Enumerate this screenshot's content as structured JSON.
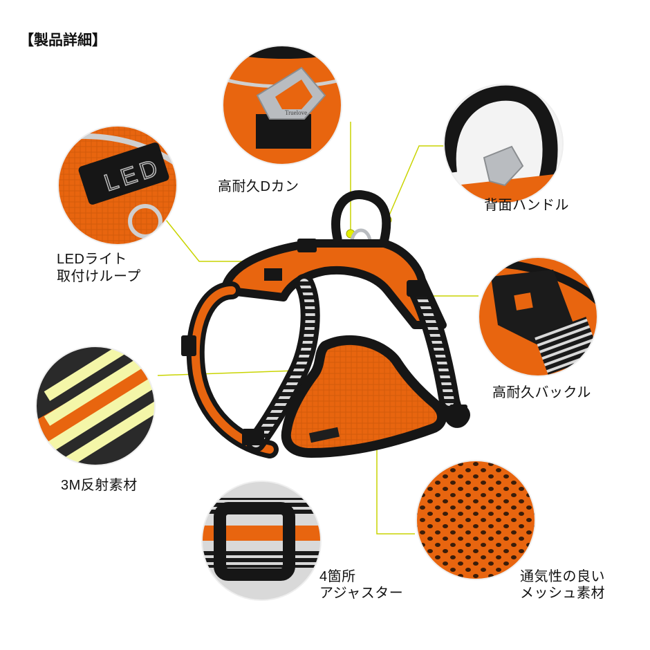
{
  "title": "【製品詳細】",
  "labels": {
    "d_ring": "高耐久Dカン",
    "handle": "背面ハンドル",
    "led_line1": "LEDライト",
    "led_line2": "取付けループ",
    "buckle": "高耐久バックル",
    "reflective": "3M反射素材",
    "adjuster_line1": "4箇所",
    "adjuster_line2": "アジャスター",
    "mesh_line1": "通気性の良い",
    "mesh_line2": "メッシュ素材"
  },
  "product_marks": {
    "d_ring_brand": "Truelove",
    "led_loop_text": "LED"
  },
  "colors": {
    "harness_orange": "#e8650f",
    "harness_dark_orange": "#c2520a",
    "webbing_black": "#161616",
    "reflective_gray": "#cfcfcf",
    "callout_line": "#c9d400",
    "callout_dot": "#e4f000",
    "metal_silver": "#b9bcc0"
  }
}
